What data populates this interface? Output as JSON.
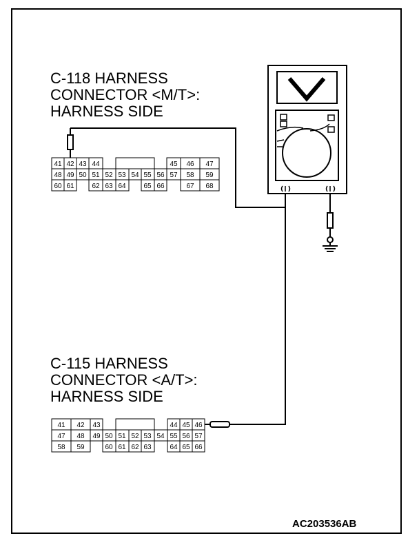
{
  "figure_code": "AC203536AB",
  "connector_top": {
    "label_lines": [
      "C-118 HARNESS",
      "CONNECTOR <M/T>:",
      "HARNESS SIDE"
    ],
    "rows": [
      [
        "41",
        "42",
        "43",
        "44",
        "",
        "",
        "",
        "",
        "45",
        "46",
        "47"
      ],
      [
        "48",
        "49",
        "50",
        "51",
        "52",
        "53",
        "54",
        "55",
        "56",
        "57",
        "58",
        "59"
      ],
      [
        "60",
        "61",
        "",
        "62",
        "63",
        "64",
        "",
        "65",
        "66",
        "",
        "67",
        "68"
      ]
    ]
  },
  "connector_bottom": {
    "label_lines": [
      "C-115 HARNESS",
      "CONNECTOR <A/T>:",
      "HARNESS SIDE"
    ],
    "rows": [
      [
        "41",
        "42",
        "43",
        "",
        "",
        "",
        "",
        "",
        "44",
        "45",
        "46"
      ],
      [
        "47",
        "48",
        "49",
        "50",
        "51",
        "52",
        "53",
        "54",
        "55",
        "56",
        "57"
      ],
      [
        "58",
        "59",
        "",
        "60",
        "61",
        "62",
        "63",
        "",
        "64",
        "65",
        "66"
      ]
    ]
  },
  "meter": {
    "type": "voltmeter",
    "symbol": "V"
  }
}
